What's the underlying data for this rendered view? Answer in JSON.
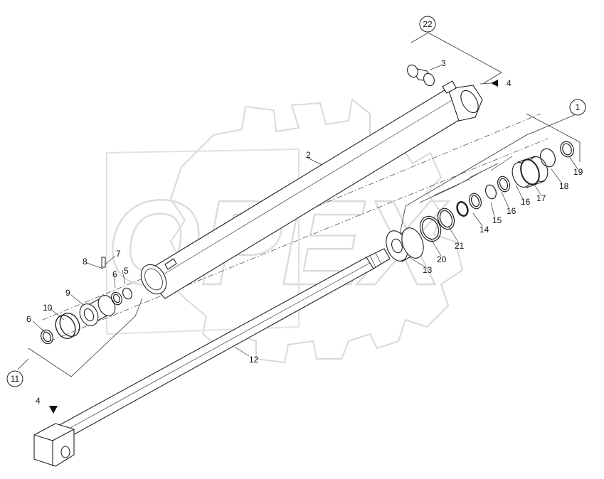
{
  "watermark": {
    "text": "OPEX"
  },
  "callouts": {
    "c1": "1",
    "c2": "2",
    "c3": "3",
    "c4a": "4",
    "c4b": "4",
    "c5": "5",
    "c6a": "6",
    "c6b": "6",
    "c7": "7",
    "c8": "8",
    "c9": "9",
    "c10": "10",
    "c11": "11",
    "c12": "12",
    "c13": "13",
    "c14": "14",
    "c15": "15",
    "c16a": "16",
    "c16b": "16",
    "c17": "17",
    "c18": "18",
    "c19": "19",
    "c20": "20",
    "c21": "21",
    "c22": "22"
  }
}
